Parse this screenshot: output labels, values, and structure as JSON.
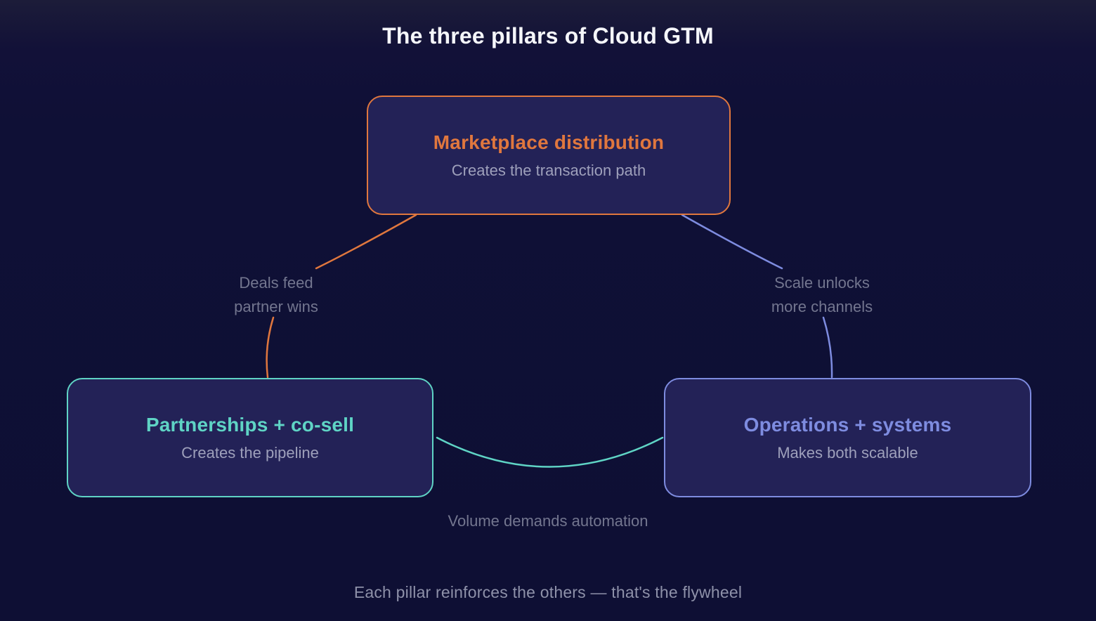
{
  "title": "The three pillars of Cloud GTM",
  "pillars": {
    "marketplace": {
      "name": "Marketplace distribution",
      "description": "Creates the transaction path",
      "accent": "#E0773E"
    },
    "partnerships": {
      "name": "Partnerships + co-sell",
      "description": "Creates the pipeline",
      "accent": "#5FD4C5"
    },
    "operations": {
      "name": "Operations + systems",
      "description": "Makes both scalable",
      "accent": "#7E8CE0"
    }
  },
  "connections": {
    "marketplace_to_partnerships": {
      "label": "Deals feed\npartner wins",
      "color": "#E0773E"
    },
    "marketplace_to_operations": {
      "label": "Scale unlocks\nmore channels",
      "color": "#7E8CE0"
    },
    "partnerships_to_operations": {
      "label": "Volume demands automation",
      "color": "#5FD4C5"
    }
  },
  "footer": "Each pillar reinforces the others — that's the flywheel",
  "colors": {
    "background": "#0F1036",
    "card_fill": "#232257",
    "title_text": "#F5F6FA",
    "card_subtitle_text": "#9EA0BB",
    "connector_label_text": "#73768F",
    "footer_text": "#8E91A9"
  }
}
